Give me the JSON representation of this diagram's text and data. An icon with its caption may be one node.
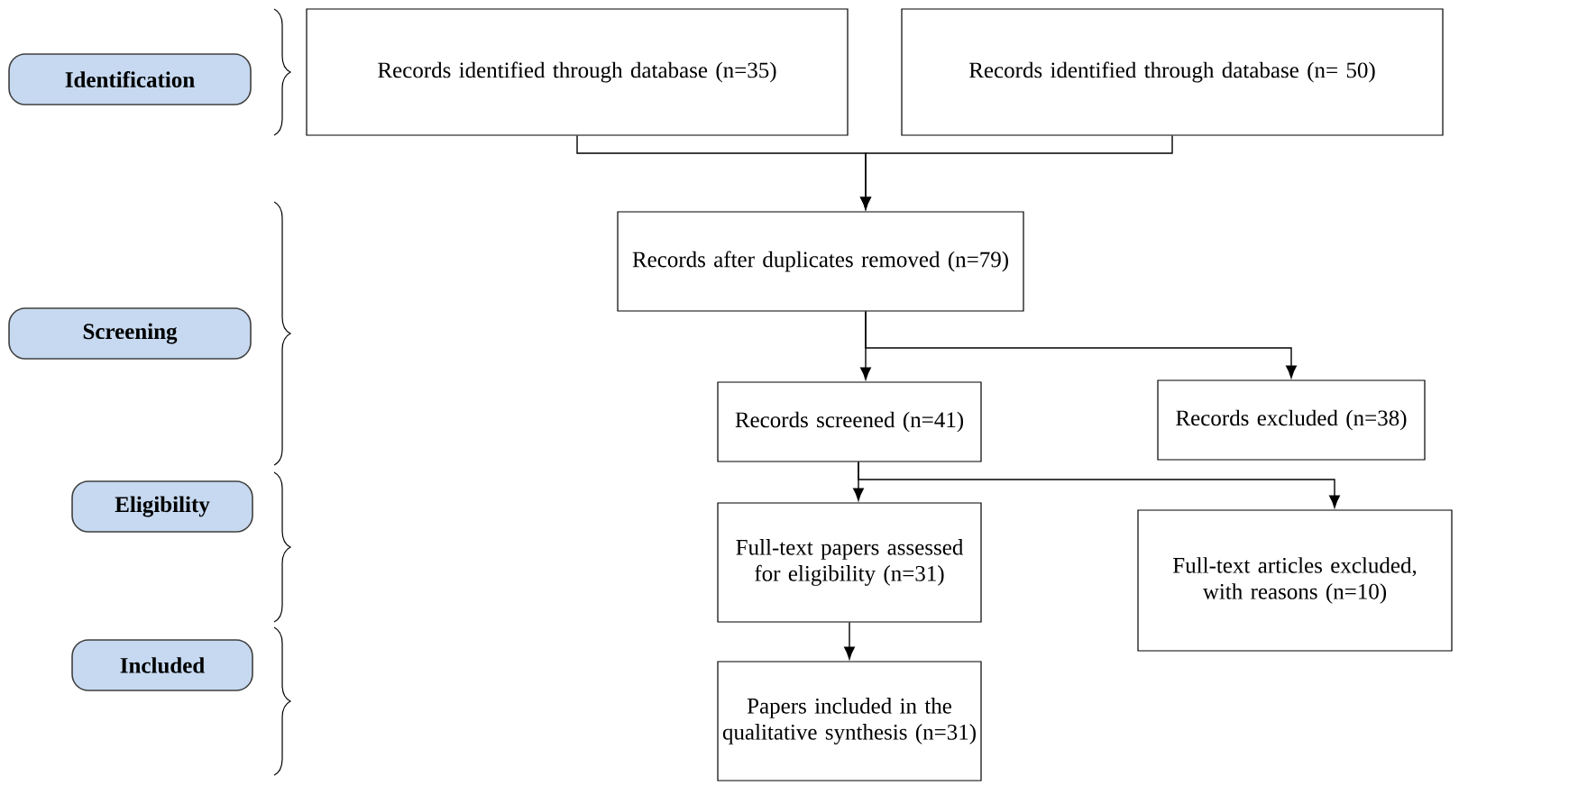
{
  "diagram": {
    "nodes": [
      {
        "text": [
          "Identification"
        ]
      },
      {
        "text": [
          "Records identified through database (n=35)"
        ]
      },
      {
        "text": [
          "Records identified through database (n= 50)"
        ]
      },
      {
        "text": [
          "Records after duplicates removed (n=79)"
        ]
      },
      {
        "text": [
          "Screening"
        ]
      },
      {
        "text": [
          "Records screened (n=41)"
        ]
      },
      {
        "text": [
          "Records excluded (n=38)"
        ]
      },
      {
        "text": [
          "Eligibility"
        ]
      },
      {
        "text": [
          "Full-text papers assessed for eligibility (n=31)"
        ]
      },
      {
        "text": [
          "Full-text articles excluded, with reasons (n=10)"
        ]
      },
      {
        "text": [
          "Included"
        ]
      },
      {
        "text": [
          "Papers included in the qualitative synthesis (n=31)"
        ]
      }
    ],
    "edges": [
      {
        "from": 1,
        "to": 3,
        "arrow": "to"
      },
      {
        "from": 2,
        "to": 3,
        "arrow": "to"
      },
      {
        "from": 3,
        "to": 5,
        "arrow": "to"
      },
      {
        "from": 3,
        "to": 6,
        "arrow": "to"
      },
      {
        "from": 5,
        "to": 8,
        "arrow": "to"
      },
      {
        "from": 5,
        "to": 9,
        "arrow": "to"
      },
      {
        "from": 8,
        "to": 11,
        "arrow": "to"
      }
    ]
  }
}
